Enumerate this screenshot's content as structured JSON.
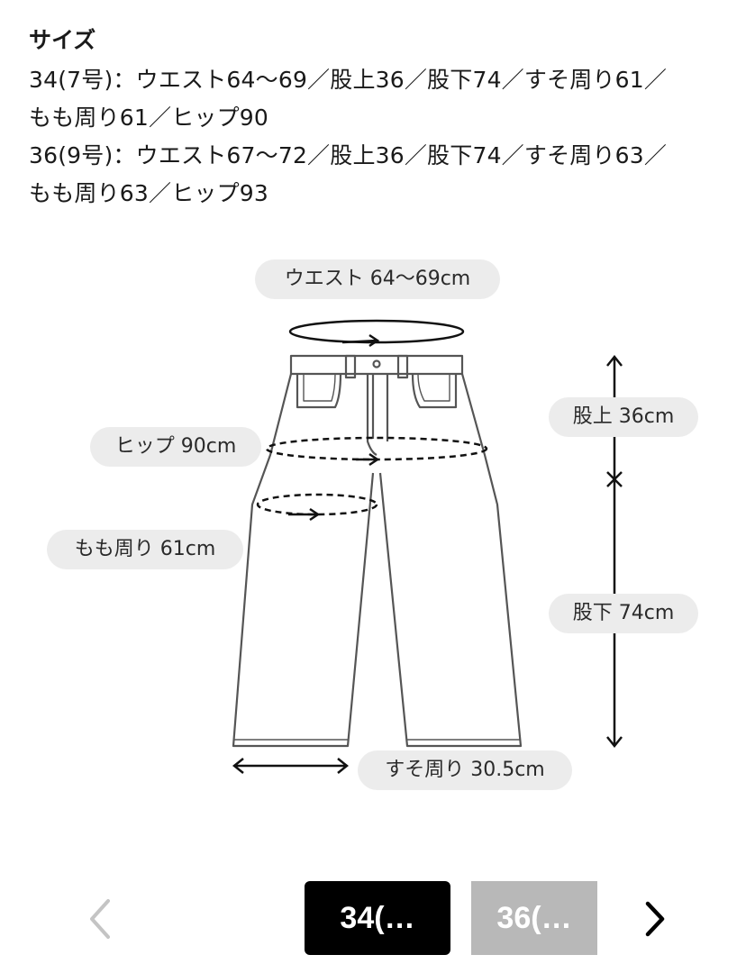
{
  "size": {
    "title": "サイズ",
    "lines": [
      "34(7号)：ウエスト64〜69／股上36／股下74／すそ周り61／",
      "もも周り61／ヒップ90",
      "36(9号)：ウエスト67〜72／股上36／股下74／すそ周り63／",
      "もも周り63／ヒップ93"
    ]
  },
  "diagram": {
    "labels": {
      "waist": "ウエスト 64〜69cm",
      "hip": "ヒップ 90cm",
      "thigh": "もも周り 61cm",
      "rise": "股上 36cm",
      "inseam": "股下 74cm",
      "hem": "すそ周り 30.5cm"
    }
  },
  "tabs": [
    {
      "label": "34(…",
      "active": true
    },
    {
      "label": "36(…",
      "active": false
    }
  ],
  "nav": {
    "prev_icon": "chevron-left-icon",
    "next_icon": "chevron-right-icon"
  },
  "colors": {
    "active_tab": "#000000",
    "inactive_tab": "#b8b8b8",
    "pill_bg": "#ececec"
  }
}
